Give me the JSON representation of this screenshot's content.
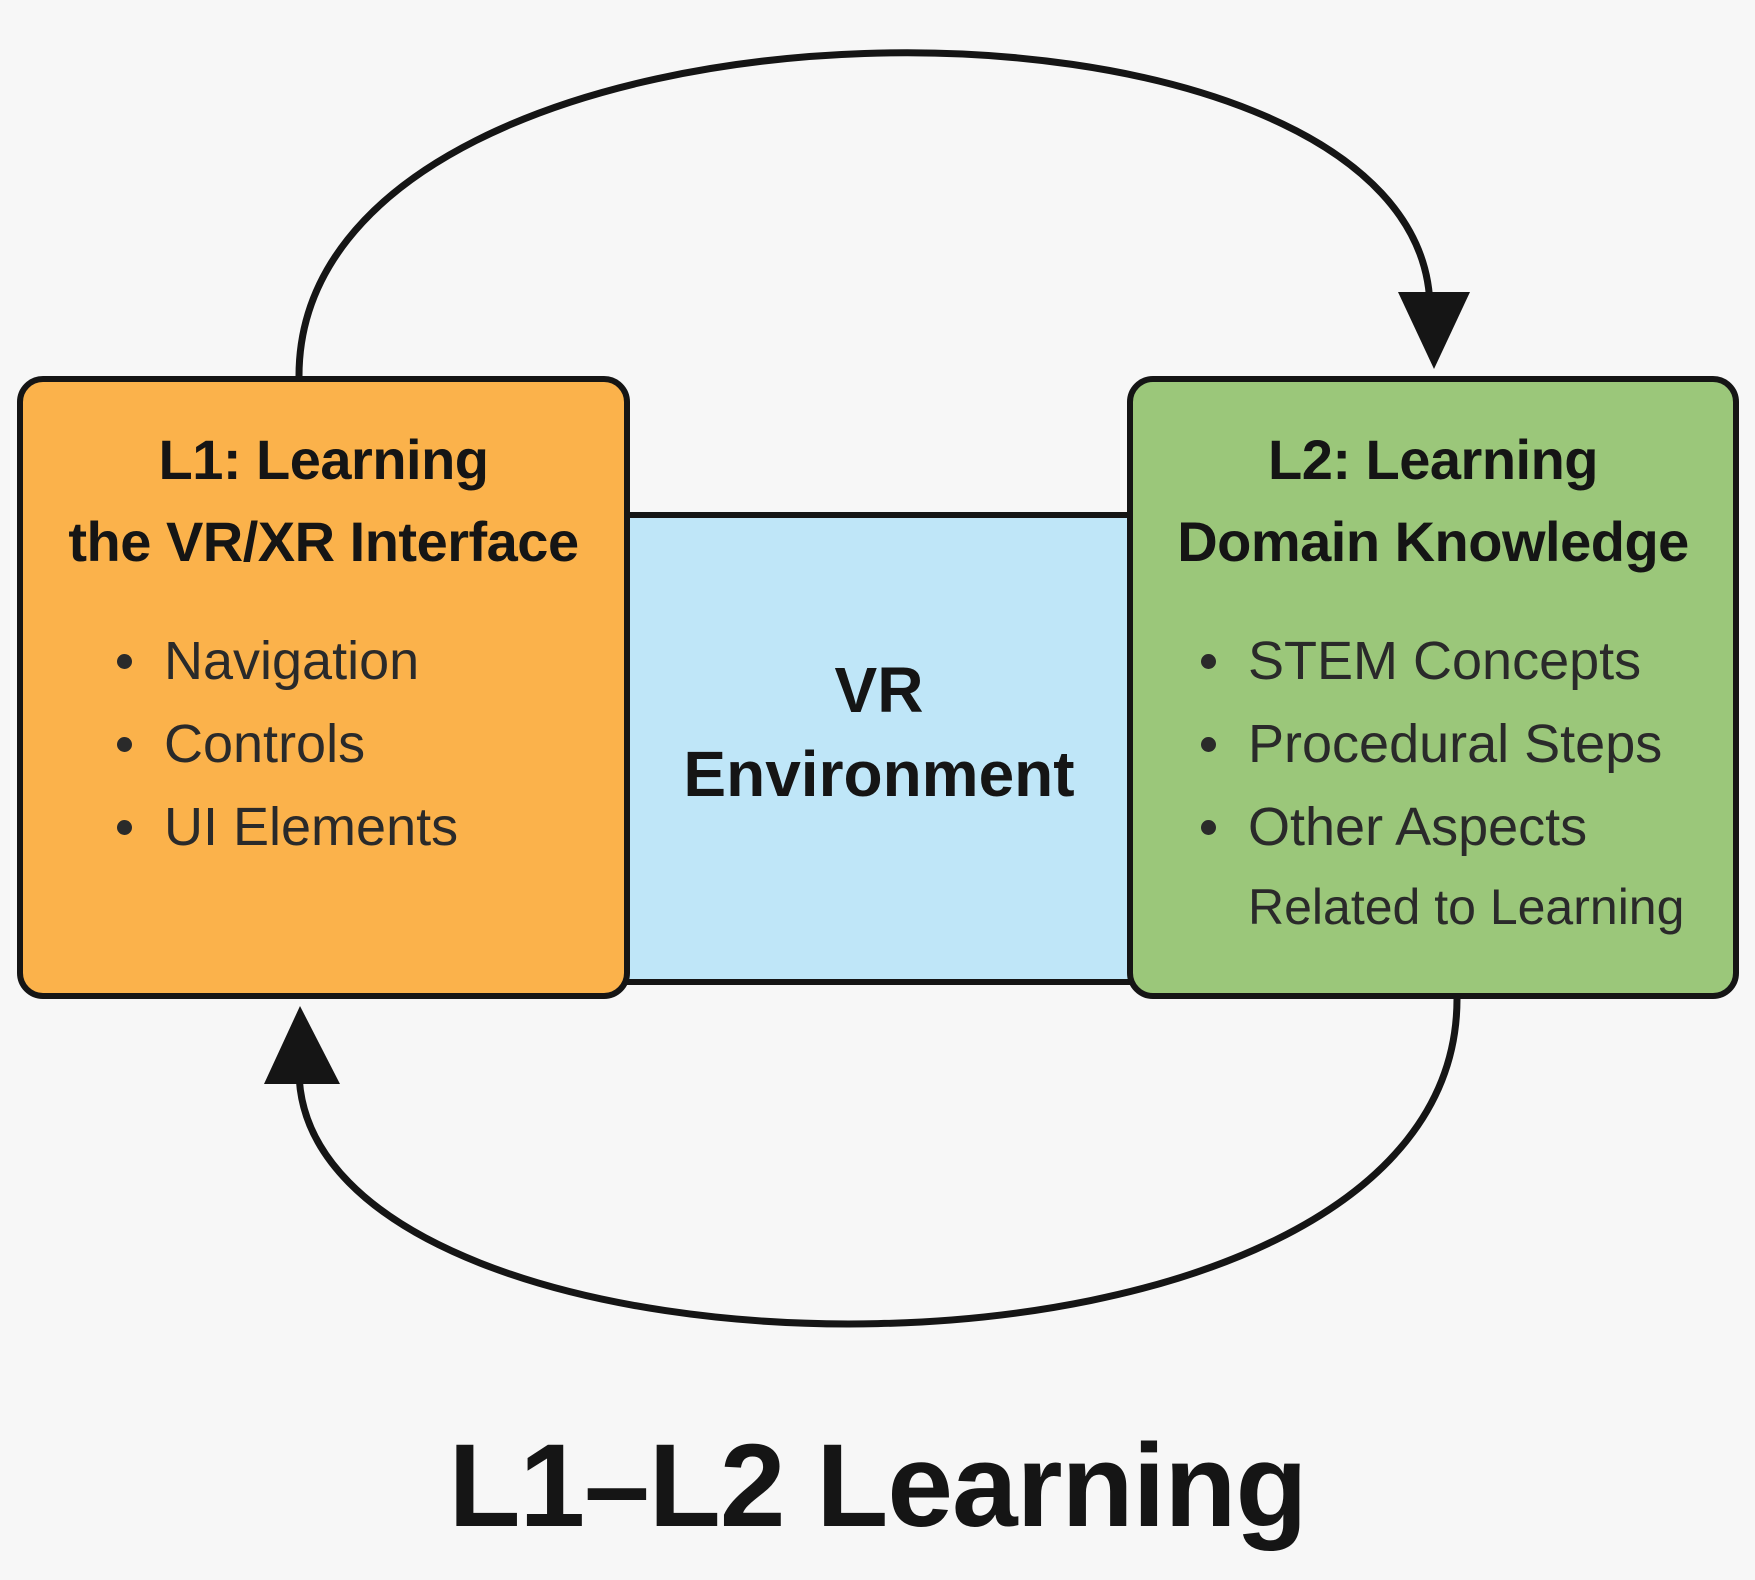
{
  "diagram": {
    "title": "L1–L2 Learning",
    "center": {
      "line1": "VR",
      "line2": "Environment"
    },
    "l1": {
      "title_line1": "L1: Learning",
      "title_line2": "the VR/XR Interface",
      "items": [
        "Navigation",
        "Controls",
        "UI Elements"
      ]
    },
    "l2": {
      "title_line1": "L2: Learning",
      "title_line2": "Domain Knowledge",
      "items": [
        "STEM Concepts",
        "Procedural Steps",
        "Other Aspects"
      ],
      "items_continuation": "Related to Learning"
    }
  },
  "colors": {
    "l1_fill": "#fbb24b",
    "l2_fill": "#9bc77a",
    "vr_fill": "#bfe6f8",
    "outline": "#151515",
    "background": "#f7f7f7"
  },
  "icons": {
    "top_arrow": "arrow-curved-right-icon",
    "bottom_arrow": "arrow-curved-left-icon"
  }
}
